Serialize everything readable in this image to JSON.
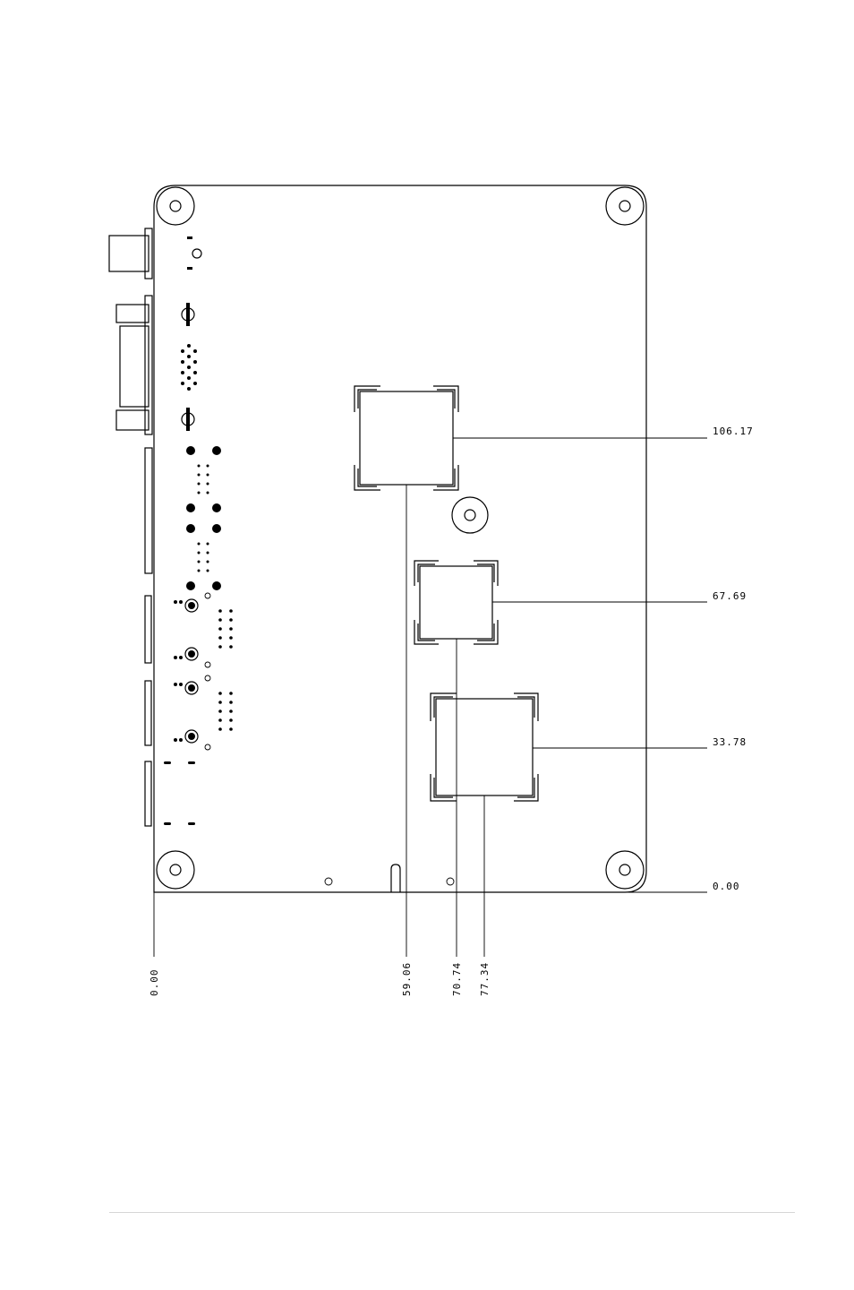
{
  "diagram": {
    "y_dimensions": [
      "106.17",
      "67.69",
      "33.78",
      "0.00"
    ],
    "x_dimensions": [
      "0.00",
      "59.06",
      "70.74",
      "77.34"
    ]
  }
}
